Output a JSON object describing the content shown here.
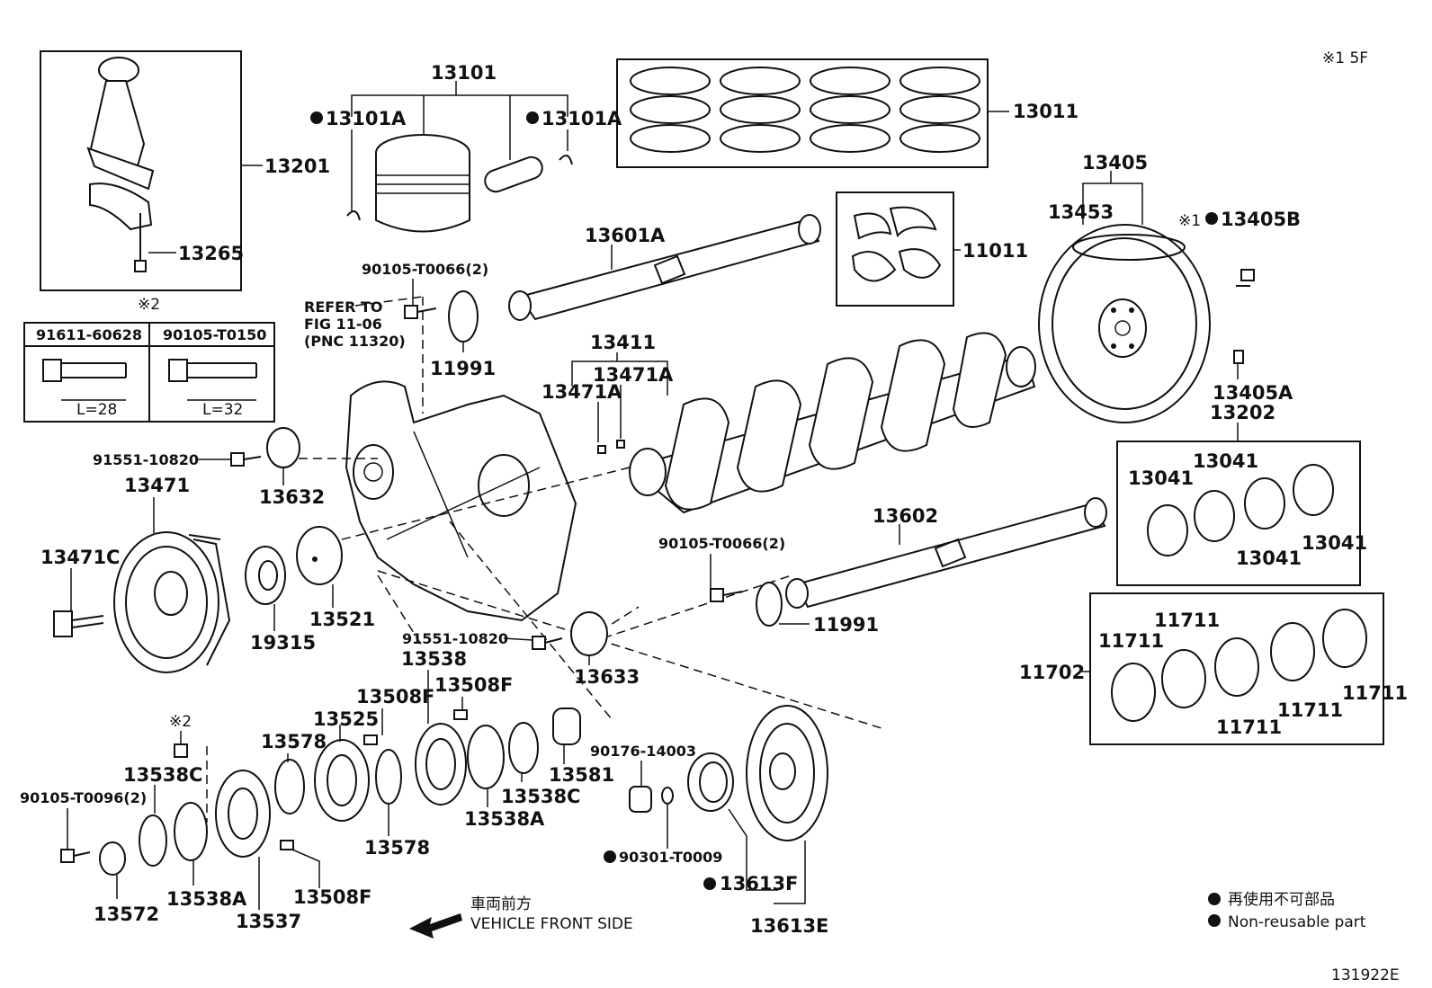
{
  "corner_note": "※1 5F",
  "diagram_id": "131922E",
  "legend": {
    "line_jp": "再使用不可部品",
    "line_en": "Non-reusable part"
  },
  "direction": {
    "line_jp": "車両前方",
    "line_en": "VEHICLE FRONT SIDE"
  },
  "refer": {
    "line1": "REFER TO",
    "line2": "FIG 11-06",
    "line3": "(PNC 11320)"
  },
  "bolt_table": {
    "note": "※2",
    "cols": [
      {
        "part": "91611-60628",
        "length": "L=28"
      },
      {
        "part": "90105-T0150",
        "length": "L=32"
      }
    ]
  },
  "labels": {
    "p13101": "13101",
    "p13101A_l": "13101A",
    "p13101A_r": "13101A",
    "p13011": "13011",
    "p13201": "13201",
    "p13265": "13265",
    "p13405": "13405",
    "p13453": "13453",
    "p13405B_prefix": "※1",
    "p13405B": "13405B",
    "p13601A": "13601A",
    "p11011": "11011",
    "p90105_t0066_a": "90105-T0066(2)",
    "p11991_a": "11991",
    "p13411": "13411",
    "p13471A_a": "13471A",
    "p13471A_b": "13471A",
    "p13405A": "13405A",
    "p13202": "13202",
    "p13041_a": "13041",
    "p13041_b": "13041",
    "p13041_c": "13041",
    "p13041_d": "13041",
    "p91551_a": "91551-10820",
    "p13471": "13471",
    "p13632": "13632",
    "p13602": "13602",
    "p90105_t0066_b": "90105-T0066(2)",
    "p11991_b": "11991",
    "p13471C": "13471C",
    "p19315": "19315",
    "p13521": "13521",
    "p91551_b": "91551-10820",
    "p13538": "13538",
    "p13633": "13633",
    "p13508F_a": "13508F",
    "p13508F_b": "13508F",
    "p13525": "13525",
    "p13578_a": "13578",
    "p11711_a": "11711",
    "p11711_b": "11711",
    "p11711_c": "11711",
    "p11711_d": "11711",
    "p11711_e": "11711",
    "p11702": "11702",
    "note2": "※2",
    "p13538C_a": "13538C",
    "p90105_t0096": "90105-T0096(2)",
    "p13581": "13581",
    "p13538C_b": "13538C",
    "p90176": "90176-14003",
    "p13538A_a": "13538A",
    "p13578_b": "13578",
    "p90301": "90301-T0009",
    "p13613F": "13613F",
    "p13572": "13572",
    "p13538A_b": "13538A",
    "p13508F_c": "13508F",
    "p13537": "13537",
    "p13613E": "13613E"
  }
}
